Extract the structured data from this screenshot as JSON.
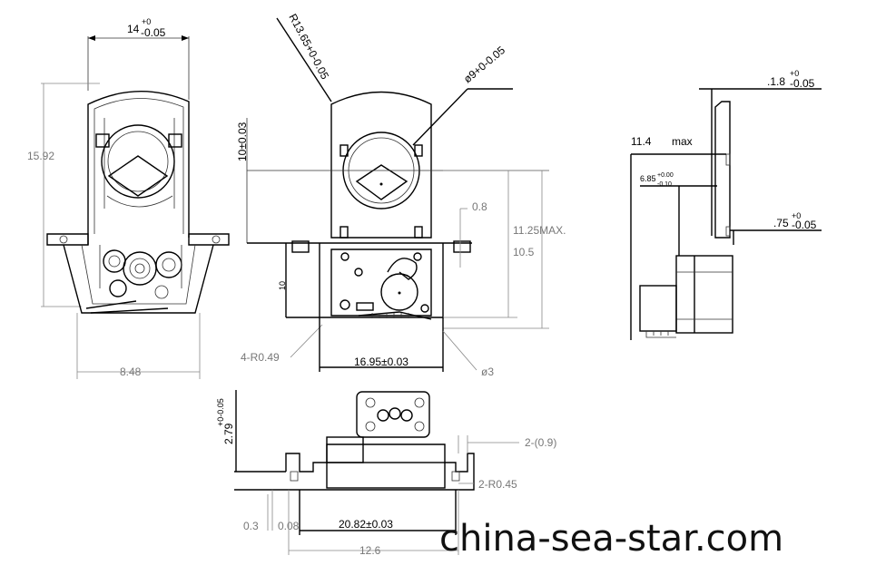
{
  "front_view": {
    "width_dim": "14",
    "width_tol_plus": "+0",
    "width_tol_minus": "-0.05",
    "height_dim": "15.92",
    "bottom_dim": "8.48"
  },
  "middle_view": {
    "radius_dim": "R13.65+0-0.05",
    "hole_dim": "ø9+0-0.05",
    "height_10_03": "10±0.03",
    "dim_08": "0.8",
    "dim_1125": "11.25MAX.",
    "dim_105": "10.5",
    "dim_10": "10",
    "dim_r049": "4-R0.49",
    "dim_1695": "16.95±0.03",
    "dim_phi3": "ø3"
  },
  "side_view": {
    "dim_18": ".1.8",
    "dim_18_plus": "+0",
    "dim_18_minus": "-0.05",
    "dim_114": "11.4",
    "dim_max": "max",
    "dim_685": "6.85",
    "dim_685_plus": "+0.00",
    "dim_685_minus": "-0.10",
    "dim_075": ".75",
    "dim_075_plus": "+0",
    "dim_075_minus": "-0.05"
  },
  "bottom_view": {
    "dim_279": "2.79",
    "dim_279_tol": "+0-0.05",
    "dim_09": "2-(0.9)",
    "dim_r045": "2-R0.45",
    "dim_03": "0.3",
    "dim_008": "0.08",
    "dim_2082": "20.82±0.03",
    "dim_126": "12.6"
  },
  "watermark": "china-sea-star.com"
}
